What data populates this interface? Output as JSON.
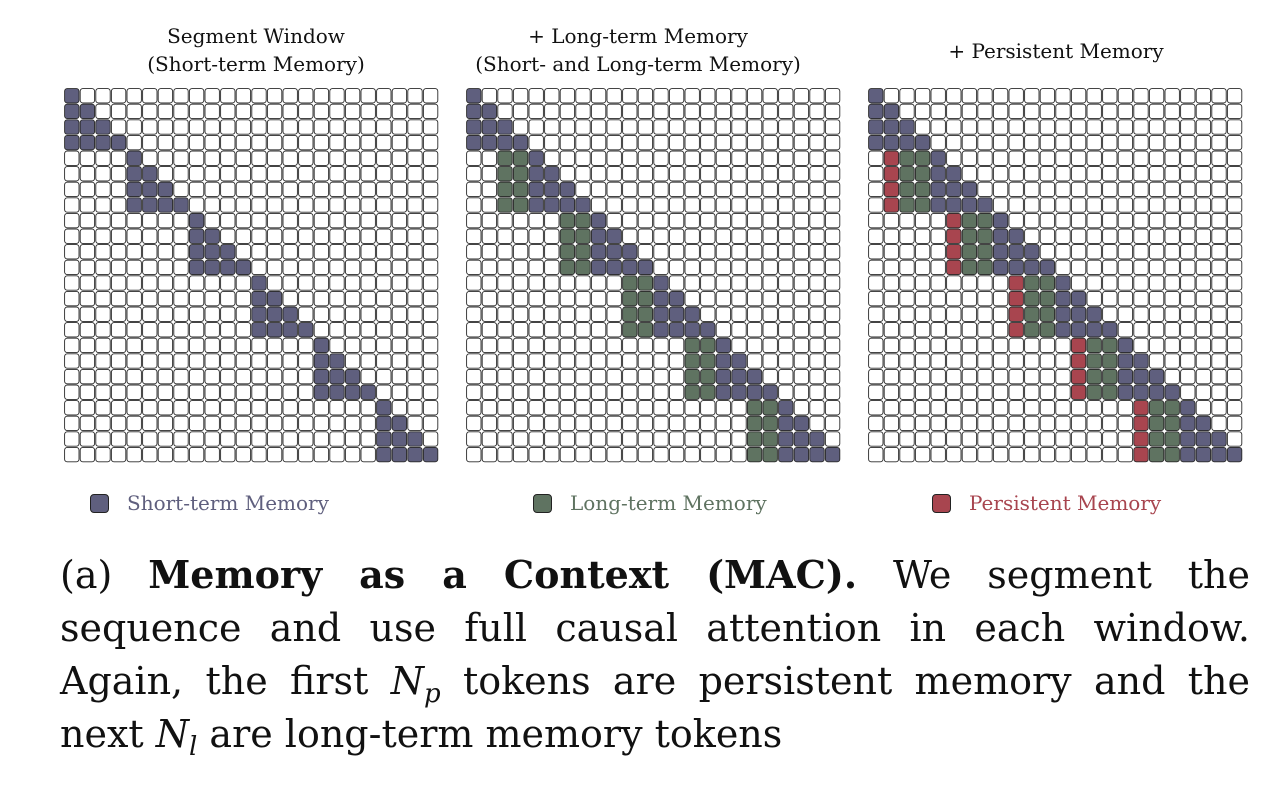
{
  "panels": [
    {
      "title_line1": "Segment Window",
      "title_line2": "(Short-term Memory)",
      "variant": "segment"
    },
    {
      "title_line1": "+ Long-term Memory",
      "title_line2": "(Short- and Long-term Memory)",
      "variant": "longterm"
    },
    {
      "title_line1": "+ Persistent Memory",
      "title_line2": "",
      "variant": "persistent"
    }
  ],
  "legend": {
    "short": {
      "label": "Short-term Memory",
      "color": "#5f5f7e",
      "text_color": "#5f5f7e"
    },
    "long": {
      "label": "Long-term Memory",
      "color": "#5f7361",
      "text_color": "#5f7361"
    },
    "persistent": {
      "label": "Persistent Memory",
      "color": "#a8454f",
      "text_color": "#a8454f"
    }
  },
  "caption": {
    "label": "(a) ",
    "bold": "Memory as a Context (MAC).",
    "text1": " We segment the sequence and use full causal attention in each window. Again, the first ",
    "np_base": "N",
    "np_sub": "p",
    "text2": " tokens are persistent memory and the next ",
    "nl_base": "N",
    "nl_sub": "l",
    "text3": " are long-term memory tokens"
  },
  "grid": {
    "size": 24,
    "segment": 4
  }
}
